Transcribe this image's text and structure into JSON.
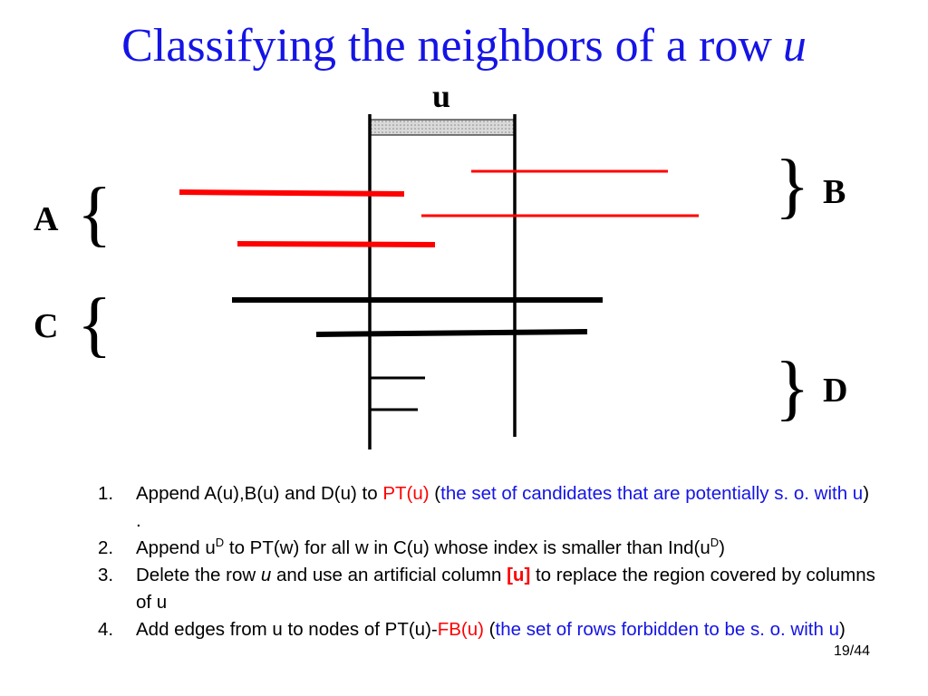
{
  "slide": {
    "title": "Classifying the neighbors of a row",
    "title_var": "u",
    "page_number": "19/44"
  },
  "diagram": {
    "column_label": "u",
    "group_labels": {
      "A": "A",
      "B": "B",
      "C": "C",
      "D": "D"
    },
    "brace_left": "{",
    "brace_right": "}",
    "colors": {
      "group_ab": "#ff0000",
      "group_cd": "#000000",
      "title": "#1414e6",
      "artificial_column_fill": "#cccccc"
    }
  },
  "steps": [
    {
      "number": "1.",
      "p1": "Append A(u),B(u) and D(u) to ",
      "p2": "PT(u)",
      "p3": " (",
      "p4": "the set of candidates that are potentially s. o. with u",
      "p5": ") ."
    },
    {
      "number": "2.",
      "p1": "Append u",
      "p2": "D",
      "p3": " to PT(w) for all w in C(u) whose index is smaller than Ind(u",
      "p4": "D",
      "p5": ")"
    },
    {
      "number": "3.",
      "p1": "Delete the row ",
      "p2": "u",
      "p3": " and use an artificial column ",
      "p4": "[u]",
      "p5": " to replace the region covered by columns of u"
    },
    {
      "number": "4.",
      "p1": "Add edges from u to nodes of PT(u)-",
      "p2": "FB(u)",
      "p3": " (",
      "p4": "the set of rows forbidden to be s. o. with u",
      "p5": ")"
    }
  ]
}
